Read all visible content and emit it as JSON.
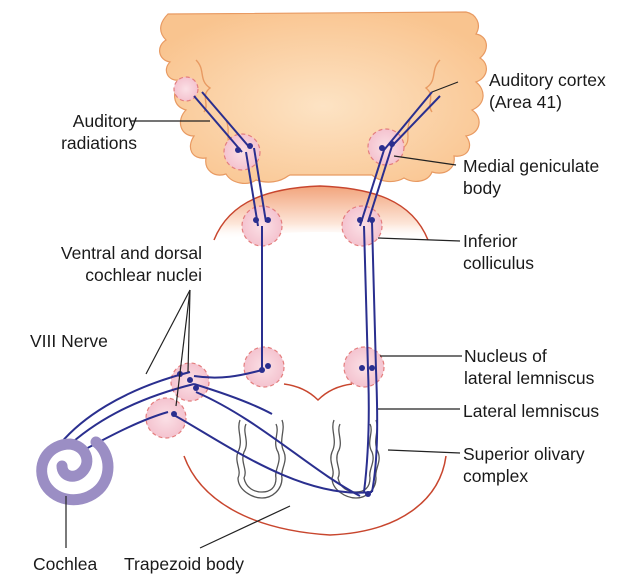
{
  "colors": {
    "brain": "#fbd3a6",
    "brain_outline": "#e08c53",
    "brainstem": "#c8462e",
    "pathway": "#2a2f8f",
    "synapse_ring": "#e47e7e",
    "cochlea": "#9b8ec4",
    "leader": "#222222"
  },
  "labels": {
    "auditory_cortex": [
      "Auditory cortex",
      "(Area 41)"
    ],
    "auditory_radiations": [
      "Auditory",
      "radiations"
    ],
    "medial_geniculate": [
      "Medial geniculate",
      "body"
    ],
    "inferior_colliculus": [
      "Inferior",
      "colliculus"
    ],
    "cochlear_nuclei": [
      "Ventral and dorsal",
      "cochlear nuclei"
    ],
    "viii_nerve": "VIII Nerve",
    "nucleus_lateral_lemniscus": [
      "Nucleus of",
      "lateral lemniscus"
    ],
    "lateral_lemniscus": "Lateral lemniscus",
    "superior_olivary": [
      "Superior olivary",
      "complex"
    ],
    "cochlea": "Cochlea",
    "trapezoid_body": "Trapezoid body"
  }
}
